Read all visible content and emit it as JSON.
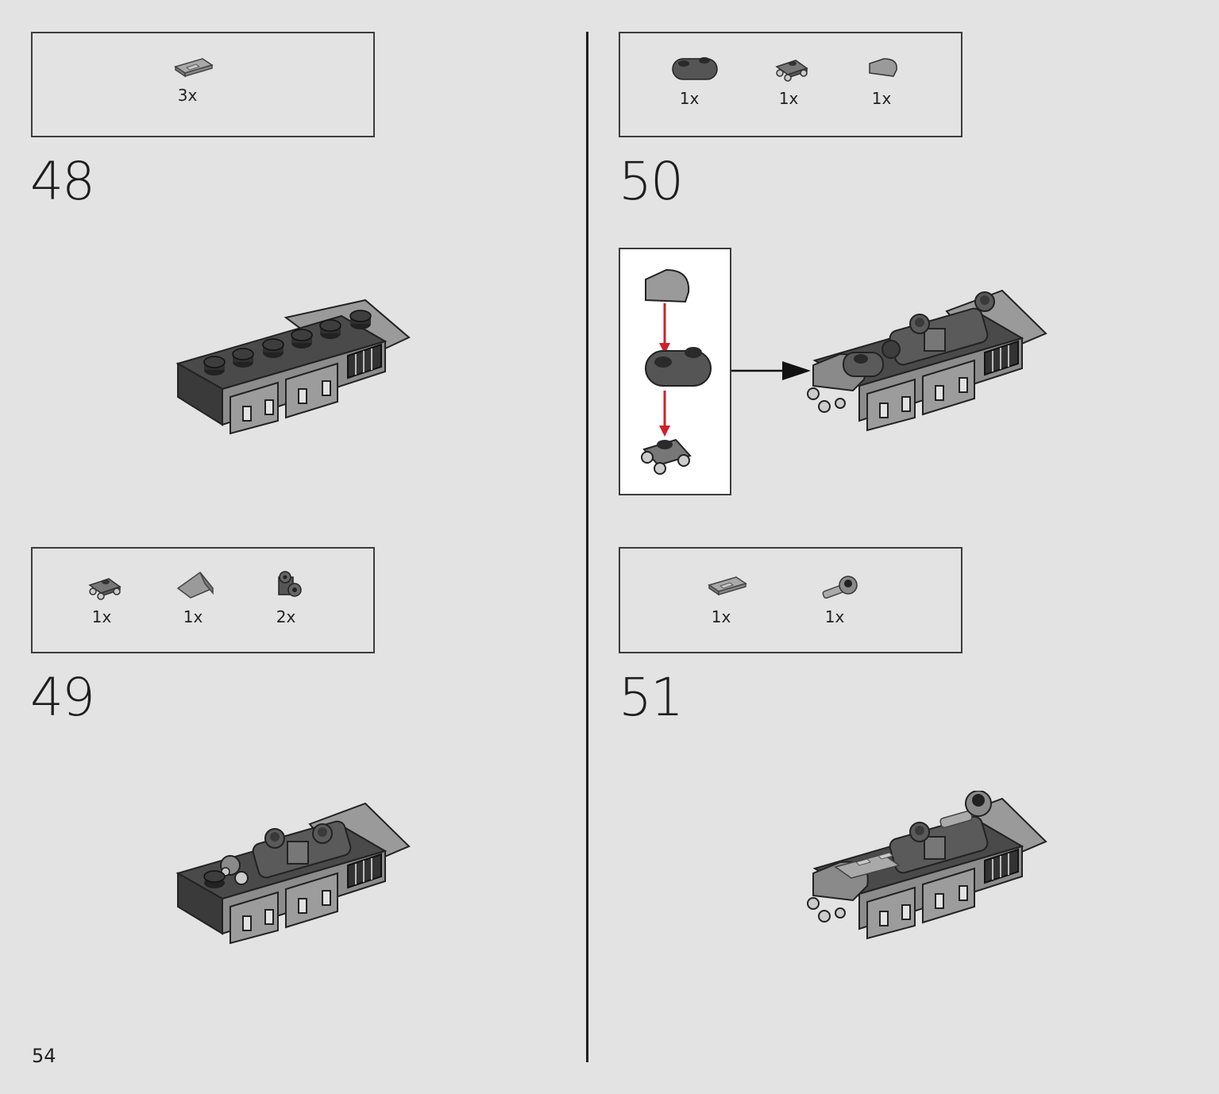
{
  "steps": {
    "s48": {
      "number": "48",
      "parts": [
        {
          "qty": "3x",
          "icon": "grey-tile-grille-icon"
        }
      ]
    },
    "s49": {
      "number": "49",
      "parts": [
        {
          "qty": "1x",
          "icon": "plate-with-wheels-icon"
        },
        {
          "qty": "1x",
          "icon": "slope-brick-icon"
        },
        {
          "qty": "2x",
          "icon": "bracket-with-studs-icon"
        }
      ]
    },
    "s50": {
      "number": "50",
      "parts": [
        {
          "qty": "1x",
          "icon": "dark-rounded-plate-icon"
        },
        {
          "qty": "1x",
          "icon": "plate-with-wheels-icon"
        },
        {
          "qty": "1x",
          "icon": "round-tile-icon"
        }
      ]
    },
    "s51": {
      "number": "51",
      "parts": [
        {
          "qty": "1x",
          "icon": "grey-tile-grille-icon"
        },
        {
          "qty": "1x",
          "icon": "bar-with-clip-icon"
        }
      ]
    }
  },
  "page_number": "54",
  "colors": {
    "background": "#e3e3e3",
    "dark_grey": "#3d3d3d",
    "mid_grey": "#8c8c8c",
    "arrow_red": "#d0202a"
  }
}
